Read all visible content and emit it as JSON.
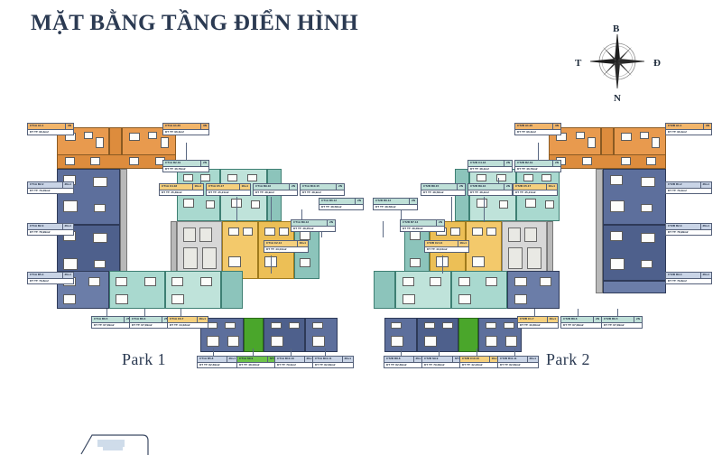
{
  "header": {
    "title": "MẶT BẰNG TẦNG ĐIỂN HÌNH"
  },
  "compass": {
    "name": "compass-rose",
    "north": "B",
    "south": "N",
    "west": "T",
    "east": "Đ"
  },
  "parks": [
    {
      "id": "park1",
      "caption": "Park 1"
    },
    {
      "id": "park2",
      "caption": "Park 2"
    }
  ],
  "legend_note": {
    "area_prefix": "DT TT:",
    "area_unit": "m2"
  },
  "units": {
    "park1_left": [
      {
        "code": "CT1A A1.1",
        "type": "3N",
        "area": "DT TT: 96,3m2",
        "color": "c-orange"
      },
      {
        "code": "CT1A B2.2",
        "type": "2N+1",
        "area": "DT TT: 79,09m2",
        "color": "c-blue"
      },
      {
        "code": "CT1A B2.3",
        "type": "2N+1",
        "area": "DT TT: 78,99m2",
        "color": "c-blue"
      },
      {
        "code": "CT1A B5.4",
        "type": "2N+1",
        "area": "DT TT: 79,8m2",
        "color": "c-blue"
      }
    ],
    "park1_top": [
      {
        "code": "CT1A A1.20",
        "type": "3N",
        "area": "DT TT: 96,3m2",
        "color": "c-orange"
      },
      {
        "code": "CT1A B2.19",
        "type": "2N",
        "area": "DT TT: 46,79m2",
        "color": "c-mint"
      }
    ],
    "park1_mid": [
      {
        "code": "CT1A C4.18",
        "type": "1N+1",
        "area": "DT TT: 45,39m2",
        "color": "c-gold"
      },
      {
        "code": "CT1A C5.17",
        "type": "1N+1",
        "area": "DT TT: 45,21m2",
        "color": "c-gold"
      },
      {
        "code": "CT1A B9.16",
        "type": "2N",
        "area": "DT TT: 48,9m2",
        "color": "c-mint"
      },
      {
        "code": "CT1A B10.15",
        "type": "2N",
        "area": "DT TT: 48,9m2",
        "color": "c-mint"
      },
      {
        "code": "CT1A B6.12",
        "type": "2N",
        "area": "DT TT: 48,58m2",
        "color": "c-mint"
      },
      {
        "code": "CT1A B9.13",
        "type": "2N",
        "area": "DT TT: 48,05m2",
        "color": "c-mint"
      },
      {
        "code": "CT1A C2.14",
        "type": "1N+1",
        "area": "DT TT: 43,04m2",
        "color": "c-gold"
      }
    ],
    "park1_bottom": [
      {
        "code": "CT1A B6.5",
        "type": "2N",
        "area": "DT TT: 67,09m2",
        "color": "c-mint"
      },
      {
        "code": "CT1A B6.6",
        "type": "2N",
        "area": "DT TT: 67,09m2",
        "color": "c-mint"
      },
      {
        "code": "CT1A C6.7",
        "type": "1N+1",
        "area": "DT TT: 44,02m2",
        "color": "c-gold"
      },
      {
        "code": "CT1A B5.8",
        "type": "2N+1",
        "area": "DT TT: 82,69m2",
        "color": "c-blue"
      },
      {
        "code": "CT1A S9.9",
        "type": "STU",
        "area": "DT TT: 48,03m2",
        "color": "c-green"
      },
      {
        "code": "CT1A B10.10",
        "type": "2N+1",
        "area": "DT TT: 79,0m2",
        "color": "c-blue"
      },
      {
        "code": "CT1A B11.11",
        "type": "2N+1",
        "area": "DT TT: 82,69m2",
        "color": "c-blue"
      }
    ],
    "park2_right": [
      {
        "code": "CT2B A1.1",
        "type": "3N",
        "area": "DT TT: 96,3m2",
        "color": "c-orange"
      },
      {
        "code": "CT2B B1.2",
        "type": "2N+1",
        "area": "DT TT: 79,0m2",
        "color": "c-blue"
      },
      {
        "code": "CT2B B2.3",
        "type": "2N+1",
        "area": "DT TT: 78,99m2",
        "color": "c-blue"
      },
      {
        "code": "CT2B B3.4",
        "type": "2N+1",
        "area": "DT TT: 79,8m2",
        "color": "c-blue"
      }
    ],
    "park2_top": [
      {
        "code": "CT2B A1.20",
        "type": "3N",
        "area": "DT TT: 96,3m2",
        "color": "c-orange"
      },
      {
        "code": "CT2B B2.19",
        "type": "2N",
        "area": "DT TT: 46,79m2",
        "color": "c-mint"
      },
      {
        "code": "CT2B C4.18",
        "type": "2N",
        "area": "DT TT: 48,2m2",
        "color": "c-mint"
      }
    ],
    "park2_mid": [
      {
        "code": "CT2B B8.15",
        "type": "2N",
        "area": "DT TT: 48,58m2",
        "color": "c-mint"
      },
      {
        "code": "CT2B B9.16",
        "type": "2N",
        "area": "DT TT: 48,2m2",
        "color": "c-mint"
      },
      {
        "code": "CT2B C5.17",
        "type": "1N+1",
        "area": "DT TT: 45,21m2",
        "color": "c-gold"
      },
      {
        "code": "CT2B B6.12",
        "type": "2N",
        "area": "DT TT: 48,58m2",
        "color": "c-mint"
      },
      {
        "code": "CT2B B7.13",
        "type": "2N",
        "area": "DT TT: 48,09m2",
        "color": "c-mint"
      },
      {
        "code": "CT2B C2.14",
        "type": "1N+1",
        "area": "DT TT: 43,04m2",
        "color": "c-gold"
      }
    ],
    "park2_bottom": [
      {
        "code": "CT2B C1.7",
        "type": "1N+1",
        "area": "DT TT: 43,60m2",
        "color": "c-gold"
      },
      {
        "code": "CT2B B6.6",
        "type": "2N",
        "area": "DT TT: 67,09m2",
        "color": "c-mint"
      },
      {
        "code": "CT2B B6.5",
        "type": "2N",
        "area": "DT TT: 67,09m2",
        "color": "c-mint"
      },
      {
        "code": "CT2B B8.8",
        "type": "2N+1",
        "area": "DT TT: 82,69m2",
        "color": "c-blue"
      },
      {
        "code": "CT2B S9.9",
        "type": "STU",
        "area": "DT TT: 79,09m2",
        "color": "c-blue"
      },
      {
        "code": "CT2B C10.10",
        "type": "1N+1",
        "area": "DT TT: 42,23m2",
        "color": "c-gold"
      },
      {
        "code": "CT2B B11.11",
        "type": "2N+1",
        "area": "DT TT: 82,69m2",
        "color": "c-blue"
      }
    ]
  }
}
